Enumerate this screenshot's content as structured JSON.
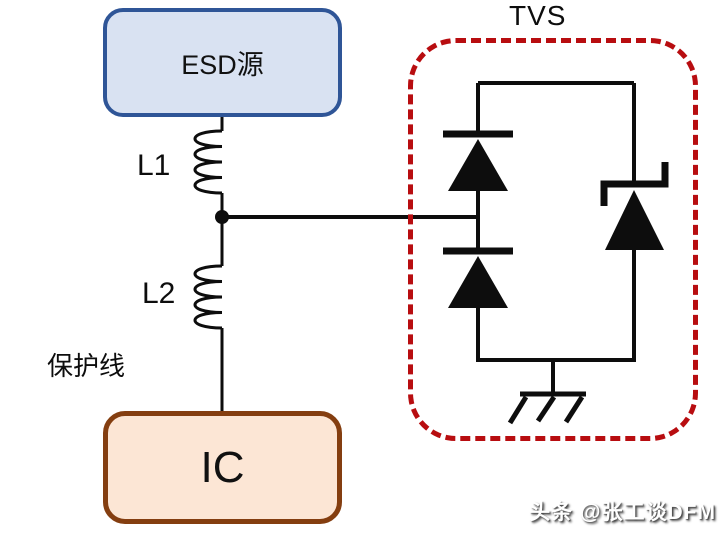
{
  "labels": {
    "esd_source": "ESD源",
    "l1": "L1",
    "l2": "L2",
    "protection_line": "保护线",
    "ic": "IC",
    "tvs": "TVS"
  },
  "watermark": "头条 @张工谈DFM",
  "colors": {
    "esd_box_fill": "#D9E2F2",
    "esd_box_border": "#2F5597",
    "ic_box_fill": "#FCE6D5",
    "ic_box_border": "#843E10",
    "tvs_dashed_border": "#B80D10",
    "wire": "#0D0D0D"
  }
}
